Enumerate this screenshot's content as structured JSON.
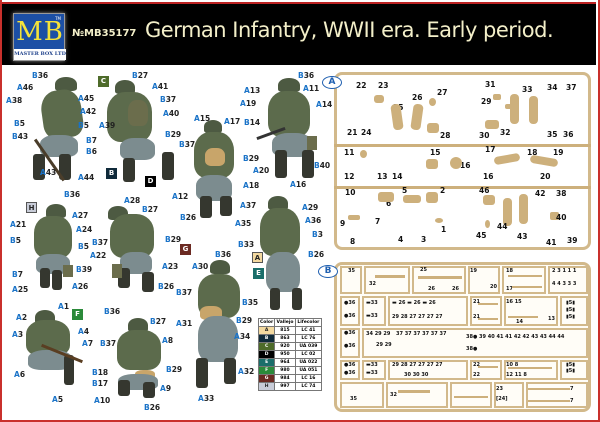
{
  "header": {
    "logo": {
      "letters": "MB",
      "tm": "TM",
      "subtitle": "MASTER BOX LTD"
    },
    "code": "№MB35177",
    "title": "German Infantry, WWII era. Early period."
  },
  "figures": [
    {
      "id": "fig1",
      "labels": [
        "B36",
        "A46",
        "A45",
        "A38",
        "A42",
        "B5",
        "B5",
        "B43",
        "A43",
        "A44"
      ]
    },
    {
      "id": "fig2",
      "badges": [
        "C",
        "B",
        "D"
      ],
      "labels": [
        "B27",
        "A41",
        "B37",
        "A40",
        "A39",
        "B29",
        "B7",
        "B6"
      ]
    },
    {
      "id": "fig3",
      "labels": [
        "A15",
        "A17",
        "B14",
        "B37",
        "B29",
        "A12",
        "A18",
        "B26"
      ]
    },
    {
      "id": "fig4",
      "labels": [
        "B36",
        "A13",
        "A11",
        "A19",
        "A14",
        "B14",
        "A20",
        "B40",
        "A16"
      ]
    },
    {
      "id": "fig5",
      "badges": [
        "H"
      ],
      "labels": [
        "B36",
        "A27",
        "A21",
        "A24",
        "B5",
        "B5",
        "B7",
        "B39",
        "A25",
        "A26"
      ]
    },
    {
      "id": "fig6",
      "badges": [
        "G"
      ],
      "labels": [
        "A28",
        "B27",
        "B37",
        "B29",
        "A22",
        "A23",
        "B26"
      ]
    },
    {
      "id": "fig7",
      "badges": [
        "A",
        "E"
      ],
      "labels": [
        "A37",
        "A29",
        "A35",
        "A36",
        "B33",
        "B3",
        "B26"
      ]
    },
    {
      "id": "fig8",
      "badges": [
        "F"
      ],
      "labels": [
        "A1",
        "A2",
        "A3",
        "A4",
        "A7",
        "A6",
        "A5",
        "B18",
        "B17"
      ]
    },
    {
      "id": "fig9",
      "labels": [
        "B36",
        "B27",
        "B37",
        "A8",
        "B29",
        "A9",
        "A10",
        "B26"
      ]
    },
    {
      "id": "fig10",
      "labels": [
        "B36",
        "A30",
        "B37",
        "B35",
        "A31",
        "B29",
        "A34",
        "A32",
        "A33"
      ]
    }
  ],
  "color_table": {
    "headers": [
      "Color",
      "Vallejo",
      "Lifecolor"
    ],
    "rows": [
      {
        "code": "A",
        "vallejo": "815",
        "lifecolor": "LC 41",
        "hex": "#f3d9a0",
        "fg": "#222"
      },
      {
        "code": "B",
        "vallejo": "863",
        "lifecolor": "LC 76",
        "hex": "#0f2a3a",
        "fg": "#fff"
      },
      {
        "code": "C",
        "vallejo": "920",
        "lifecolor": "UA 039",
        "hex": "#4e6b2a",
        "fg": "#fff"
      },
      {
        "code": "D",
        "vallejo": "950",
        "lifecolor": "LC 02",
        "hex": "#000000",
        "fg": "#fff"
      },
      {
        "code": "E",
        "vallejo": "964",
        "lifecolor": "UA 022",
        "hex": "#1a6e6a",
        "fg": "#fff"
      },
      {
        "code": "F",
        "vallejo": "980",
        "lifecolor": "UA 051",
        "hex": "#2b8a3a",
        "fg": "#fff"
      },
      {
        "code": "G",
        "vallejo": "984",
        "lifecolor": "LC 16",
        "hex": "#6b2a22",
        "fg": "#fff"
      },
      {
        "code": "H",
        "vallejo": "997",
        "lifecolor": "LC 74",
        "hex": "#c8ccd8",
        "fg": "#222"
      }
    ]
  },
  "sprue_a": {
    "label": "A",
    "parts": [
      "22",
      "23",
      "25",
      "26",
      "27",
      "31",
      "33",
      "34",
      "37",
      "21",
      "24",
      "28",
      "29",
      "30",
      "32",
      "35",
      "36",
      "11",
      "15",
      "17",
      "18",
      "19",
      "12",
      "13",
      "14",
      "10",
      "5",
      "2",
      "16",
      "20",
      "46",
      "42",
      "38",
      "6",
      "9",
      "7",
      "1",
      "40",
      "8",
      "4",
      "3",
      "45",
      "44",
      "43",
      "41",
      "39"
    ]
  },
  "sprue_b": {
    "label": "B",
    "parts": [
      "35",
      "32",
      "25",
      "26",
      "26",
      "19",
      "18",
      "17",
      "20",
      "2",
      "3",
      "1",
      "1",
      "1",
      "4",
      "4",
      "3",
      "3",
      "3",
      "36",
      "36",
      "33",
      "33",
      "26",
      "26",
      "26",
      "29",
      "28",
      "27",
      "27",
      "27",
      "27",
      "21",
      "21",
      "16",
      "15",
      "14",
      "13",
      "5",
      "5",
      "5",
      "34",
      "29",
      "29",
      "37",
      "37",
      "37",
      "37",
      "37",
      "37",
      "38",
      "38",
      "39",
      "40",
      "41",
      "41",
      "42",
      "42",
      "43",
      "43",
      "44",
      "44",
      "22",
      "22",
      "10",
      "8",
      "12",
      "11",
      "8",
      "5",
      "5",
      "5",
      "30",
      "30",
      "30",
      "23",
      "24",
      "7",
      "7",
      "6",
      "6",
      "35",
      "32"
    ]
  },
  "colors": {
    "frame": "#c9302c",
    "sprue": "#d2b98b",
    "part_label_blue": "#1a73c8",
    "header_text": "#f3efc9"
  }
}
